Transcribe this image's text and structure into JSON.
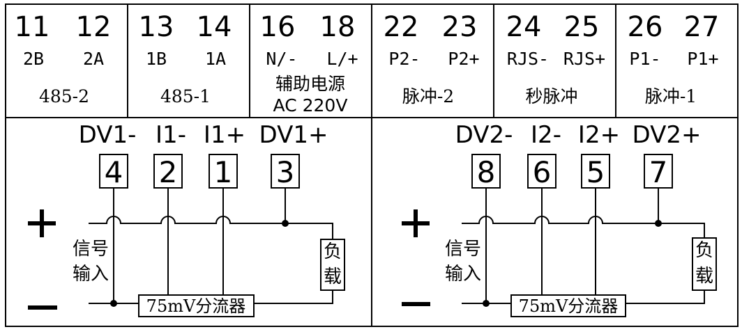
{
  "terminals": {
    "top": [
      {
        "nums": [
          "11",
          "12"
        ],
        "labels": [
          "2B",
          "2A"
        ],
        "group": "485-2"
      },
      {
        "nums": [
          "13",
          "14"
        ],
        "labels": [
          "1B",
          "1A"
        ],
        "group": "485-1"
      },
      {
        "nums": [
          "16",
          "18"
        ],
        "labels": [
          "N/-",
          "L/+"
        ],
        "group": "辅助电源",
        "group_line2": "AC 220V"
      },
      {
        "nums": [
          "22",
          "23"
        ],
        "labels": [
          "P2-",
          "P2+"
        ],
        "group": "脉冲-2"
      },
      {
        "nums": [
          "24",
          "25"
        ],
        "labels": [
          "RJS-",
          "RJS+"
        ],
        "group": "秒脉冲"
      },
      {
        "nums": [
          "26",
          "27"
        ],
        "labels": [
          "P1-",
          "P1+"
        ],
        "group": "脉冲-1"
      }
    ]
  },
  "channels": [
    {
      "pin_labels": [
        "DV1-",
        "I1-",
        "I1+",
        "DV1+"
      ],
      "pin_numbers": [
        "4",
        "2",
        "1",
        "3"
      ],
      "plus": "+",
      "minus": "—",
      "signal_input": [
        "信号",
        "输入"
      ],
      "load": [
        "负",
        "载"
      ],
      "shunt": "75mV分流器"
    },
    {
      "pin_labels": [
        "DV2-",
        "I2-",
        "I2+",
        "DV2+"
      ],
      "pin_numbers": [
        "8",
        "6",
        "5",
        "7"
      ],
      "plus": "+",
      "minus": "—",
      "signal_input": [
        "信号",
        "输入"
      ],
      "load": [
        "负",
        "载"
      ],
      "shunt": "75mV分流器"
    }
  ]
}
